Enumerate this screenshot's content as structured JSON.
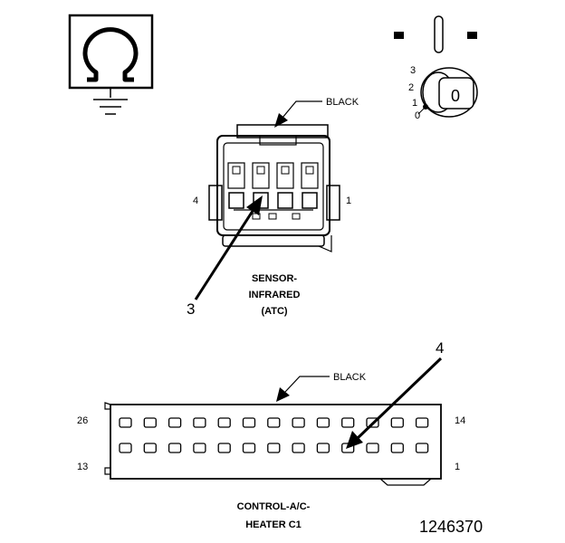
{
  "sensor_connector": {
    "color_label": "BLACK",
    "pin_left": "4",
    "pin_right": "1",
    "name_line1": "SENSOR-",
    "name_line2": "INFRARED",
    "name_line3": "(ATC)",
    "callout": "3"
  },
  "ignition_switch": {
    "pos_3": "3",
    "pos_2": "2",
    "pos_1": "1",
    "pos_0": "0",
    "key_label": "0"
  },
  "control_connector": {
    "color_label": "BLACK",
    "pin_top_left": "26",
    "pin_top_right": "14",
    "pin_bottom_left": "13",
    "pin_bottom_right": "1",
    "name_line1": "CONTROL-A/C-",
    "name_line2": "HEATER C1",
    "callout": "4"
  },
  "figure_number": "1246370"
}
